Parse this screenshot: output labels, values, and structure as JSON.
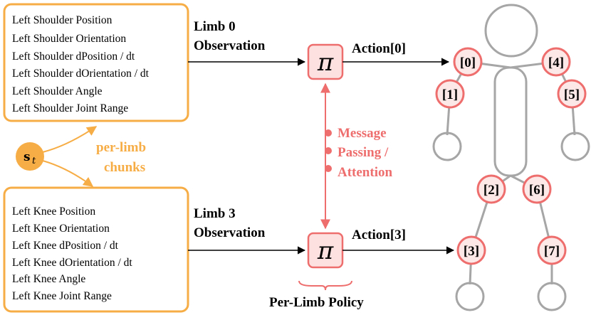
{
  "observations": [
    {
      "title_line1": "Limb 0",
      "title_line2": "Observation",
      "items": [
        "Left Shoulder Position",
        "Left Shoulder Orientation",
        "Left Shoulder dPosition / dt",
        "Left Shoulder dOrientation / dt",
        "Left Shoulder Angle",
        "Left Shoulder Joint Range"
      ]
    },
    {
      "title_line1": "Limb 3",
      "title_line2": "Observation",
      "items": [
        "Left Knee Position",
        "Left Knee Orientation",
        "Left Knee dPosition / dt",
        "Left Knee dOrientation / dt",
        "Left Knee Angle",
        "Left Knee Joint Range"
      ]
    }
  ],
  "state": {
    "symbol": "s",
    "subscript": "t"
  },
  "chunks": {
    "line1": "per-limb",
    "line2": "chunks"
  },
  "policy": {
    "symbol": "π",
    "caption": "Per-Limb Policy"
  },
  "actions": [
    "Action[0]",
    "Action[3]"
  ],
  "message": {
    "line1": "Message",
    "line2": "Passing /",
    "line3": "Attention"
  },
  "joints": [
    "[0]",
    "[1]",
    "[2]",
    "[3]",
    "[4]",
    "[5]",
    "[6]",
    "[7]"
  ],
  "colors": {
    "orange": "#f7ad45",
    "red": "#ee6e6e",
    "joint_fill": "#fde8e8",
    "policy_fill": "#fde1e1",
    "skeleton": "#a6a6a6"
  }
}
